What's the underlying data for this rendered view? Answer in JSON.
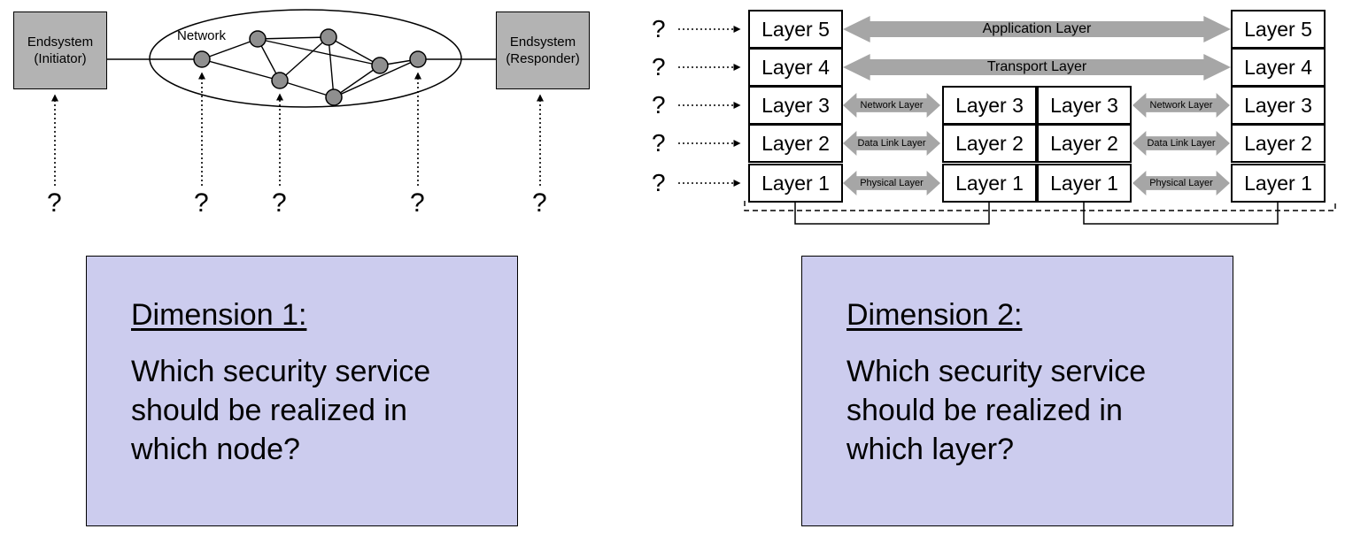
{
  "colors": {
    "endsystem_gray": "#b3b3b3",
    "arrow_gray": "#a6a6a6",
    "node_gray": "#8f8f8f",
    "panel_purple": "#ccccee"
  },
  "left_diagram": {
    "endsystem_initiator": [
      "Endsystem",
      "(Initiator)"
    ],
    "endsystem_responder": [
      "Endsystem",
      "(Responder)"
    ],
    "network_label": "Network",
    "question_mark": "?"
  },
  "dimension1_panel": {
    "title": "Dimension 1:",
    "lines": [
      "Which security service",
      "should be realized in",
      "which node?"
    ]
  },
  "right_diagram": {
    "question_mark": "?",
    "initiator_stack": [
      "Layer 5",
      "Layer 4",
      "Layer 3",
      "Layer 2",
      "Layer 1"
    ],
    "router_left_stack": [
      "Layer 3",
      "Layer 2",
      "Layer 1"
    ],
    "router_right_stack": [
      "Layer 3",
      "Layer 2",
      "Layer 1"
    ],
    "responder_stack": [
      "Layer 5",
      "Layer 4",
      "Layer 3",
      "Layer 2",
      "Layer 1"
    ],
    "layer_arrows": {
      "application": "Application Layer",
      "transport": "Transport Layer",
      "network": "Network Layer",
      "data_link": "Data Link Layer",
      "physical": "Physical Layer"
    }
  },
  "dimension2_panel": {
    "title": "Dimension 2:",
    "lines": [
      "Which security service",
      "should be realized in",
      "which layer?"
    ]
  }
}
